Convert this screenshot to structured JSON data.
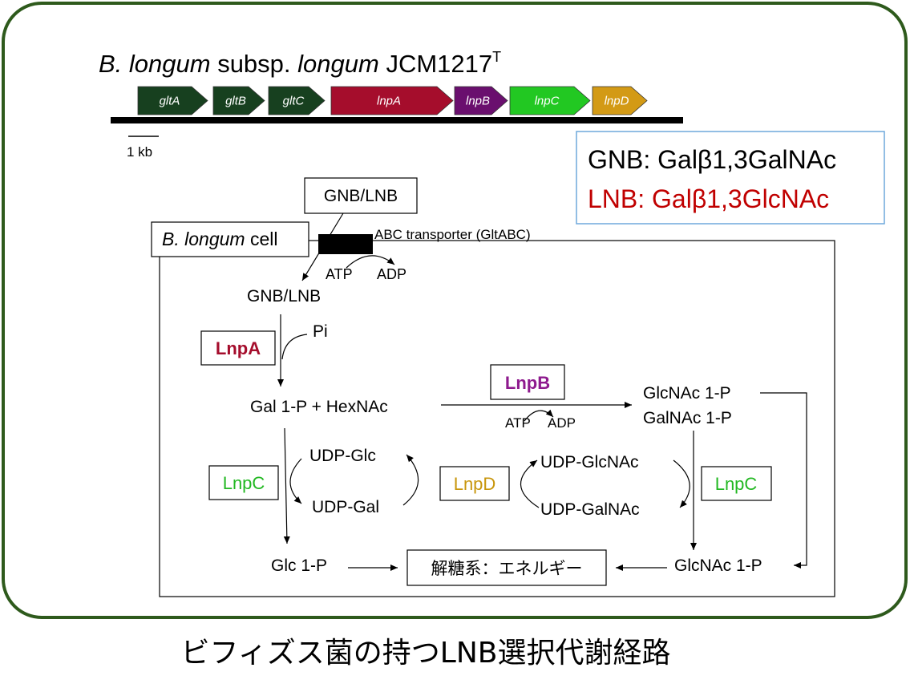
{
  "title": {
    "species_italic_1": "B. longum",
    "species_plain_1": " subsp. ",
    "species_italic_2": "longum",
    "strain": " JCM1217",
    "superscript": "T"
  },
  "genes": [
    {
      "label": "gltA",
      "color": "#17401f"
    },
    {
      "label": "gltB",
      "color": "#17401f"
    },
    {
      "label": "gltC",
      "color": "#17401f"
    },
    {
      "label": "lnpA",
      "color": "#a50d2c"
    },
    {
      "label": "lnpB",
      "color": "#6a0f6e"
    },
    {
      "label": "lnpC",
      "color": "#22c822"
    },
    {
      "label": "lnpD",
      "color": "#d39a15"
    }
  ],
  "scale_bar": "1 kb",
  "legend": {
    "gnb": "GNB: Galβ1,3GalNAc",
    "lnb": "LNB: Galβ1,3GlcNAc",
    "gnb_color": "#000000",
    "lnb_color": "#c00000"
  },
  "outside_substrate": "GNB/LNB",
  "cell_label_italic": "B. longum",
  "cell_label_plain": " cell",
  "transporter": "ABC transporter (GltABC)",
  "atp1": "ATP",
  "adp1": "ADP",
  "inside_substrate": "GNB/LNB",
  "pi": "Pi",
  "enzymes": {
    "lnpA": {
      "label": "LnpA",
      "color": "#a50d2c"
    },
    "lnpB": {
      "label": "LnpB",
      "color": "#8e1a8e"
    },
    "lnpC_left": {
      "label": "LnpC",
      "color": "#22b822"
    },
    "lnpD": {
      "label": "LnpD",
      "color": "#c8960c"
    },
    "lnpC_right": {
      "label": "LnpC",
      "color": "#22b822"
    }
  },
  "gal1p_hexnac": "Gal 1-P + HexNAc",
  "atp2": "ATP",
  "adp2": "ADP",
  "glcnac1p": "GlcNAc 1-P",
  "galnac1p": "GalNAc 1-P",
  "udp_glc": "UDP-Glc",
  "udp_gal": "UDP-Gal",
  "udp_glcnac": "UDP-GlcNAc",
  "udp_galnac": "UDP-GalNAc",
  "glc1p": "Glc 1-P",
  "glycolysis": "解糖系：エネルギー",
  "glcnac1p_bottom": "GlcNAc 1-P",
  "caption": "ビフィズス菌の持つLNB選択代謝経路",
  "frame_color": "#2e5a1c"
}
